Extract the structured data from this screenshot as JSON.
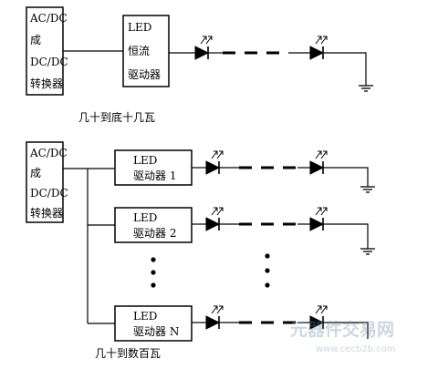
{
  "top": {
    "converter": {
      "line1": "AC/DC",
      "line2": "成",
      "line3": "DC/DC",
      "line4": "转换器"
    },
    "driver": {
      "line1": "LED",
      "line2": "恒流",
      "line3": "驱动器"
    },
    "caption": "几十到底十几瓦"
  },
  "bottom": {
    "converter": {
      "line1": "AC/DC",
      "line2": "成",
      "line3": "DC/DC",
      "line4": "转换器"
    },
    "drivers": [
      {
        "line1": "LED",
        "line2": "驱动器 1"
      },
      {
        "line1": "LED",
        "line2": "驱动器 2"
      },
      {
        "line1": "LED",
        "line2": "驱动器 N"
      }
    ],
    "caption": "几十到数百瓦"
  },
  "watermark": {
    "line1": "元器件交易网",
    "line2": "www.cecb2b.com"
  }
}
